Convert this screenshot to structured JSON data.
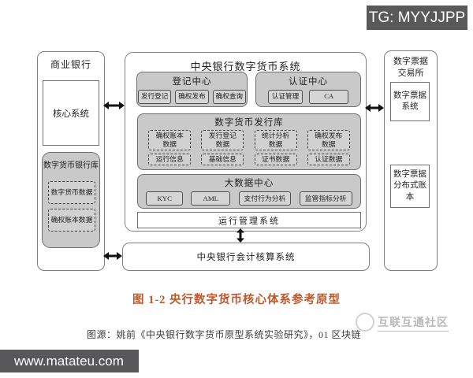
{
  "badge": {
    "label": "TG: MYYJJPP"
  },
  "colors": {
    "badge_bg": "#595959",
    "footer_bg": "#58585a",
    "block_gray": "#c9c9c9",
    "chip_gray": "#d5d5d5",
    "caption_orange": "#c4572a",
    "watermark_gray": "#b9b9b9"
  },
  "diagram": {
    "left_column": {
      "title": "商业银行",
      "core": "核心系统",
      "vault_title": "数字货币银行库",
      "vault_items": [
        "数字货币数据",
        "确权账本数据"
      ]
    },
    "center": {
      "title": "中央银行数字货币系统",
      "registration_title": "登记中心",
      "registration_items": [
        "发行登记",
        "确权发布",
        "确权查询"
      ],
      "auth_title": "认证中心",
      "auth_items": [
        "认证管理",
        "CA"
      ],
      "vault_title": "数字货币发行库",
      "vault_row1": [
        "确权账本数据",
        "发行登记数据",
        "统计分析数据",
        "确权发布数据"
      ],
      "vault_row2": [
        "运行信息",
        "基础信息",
        "证书数据",
        "认证数据"
      ],
      "bigdata_title": "大数据中心",
      "bigdata_items": [
        "KYC",
        "AML",
        "支付行为分析",
        "监管指标分析"
      ],
      "ops": "运行管理系统",
      "accounting": "中央银行会计核算系统"
    },
    "right_column": {
      "title": "数字票据交易所",
      "items": [
        "数字票据系统",
        "数字票据分布式账本"
      ]
    }
  },
  "caption": "图 1-2  央行数字货币核心体系参考原型",
  "source": "图源：姚前《中央银行数字货币原型系统实验研究》，01 区块链",
  "watermark": "互联互通社区",
  "footer": {
    "url": "www.matateu.com"
  }
}
